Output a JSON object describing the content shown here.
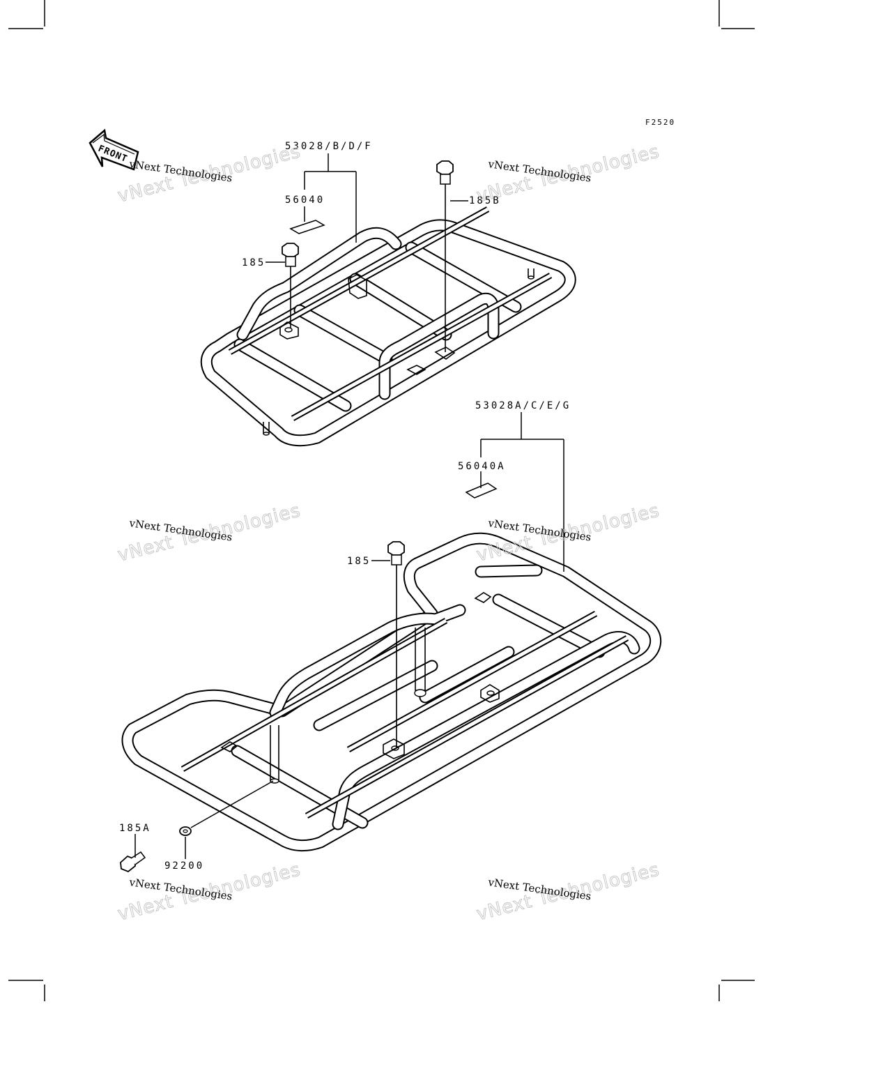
{
  "diagram_code": "F2520",
  "front_label": "FRONT",
  "watermark": {
    "line1": "vNext Technologies",
    "line2": "vNext Technologies"
  },
  "upper_rack": {
    "assembly_part": "53028/B/D/F",
    "decal_part": "56040",
    "bolt_left_part": "185",
    "bolt_right_part": "185B"
  },
  "lower_rack": {
    "assembly_part": "53028A/C/E/G",
    "decal_part": "56040A",
    "bolt_part": "185",
    "bolt_bottom_part": "185A",
    "washer_part": "92200"
  }
}
